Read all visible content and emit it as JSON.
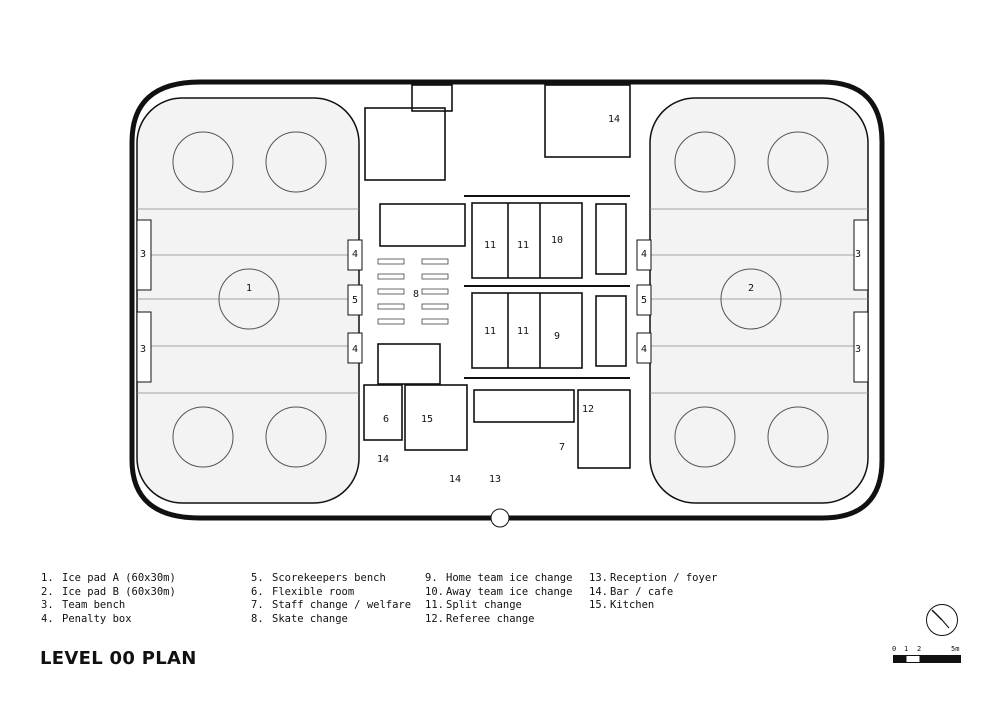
{
  "title": "LEVEL 00 PLAN",
  "legend": [
    {
      "num": "1.",
      "label": "Ice pad A (60x30m)"
    },
    {
      "num": "2.",
      "label": "Ice pad B (60x30m)"
    },
    {
      "num": "3.",
      "label": "Team bench"
    },
    {
      "num": "4.",
      "label": "Penalty box"
    },
    {
      "num": "5.",
      "label": "Scorekeepers bench"
    },
    {
      "num": "6.",
      "label": "Flexible room"
    },
    {
      "num": "7.",
      "label": "Staff change / welfare"
    },
    {
      "num": "8.",
      "label": "Skate change"
    },
    {
      "num": "9.",
      "label": "Home team ice change"
    },
    {
      "num": "10.",
      "label": "Away team ice change"
    },
    {
      "num": "11.",
      "label": "Split change"
    },
    {
      "num": "12.",
      "label": "Referee change"
    },
    {
      "num": "13.",
      "label": "Reception / foyer"
    },
    {
      "num": "14.",
      "label": "Bar / cafe"
    },
    {
      "num": "15.",
      "label": "Kitchen"
    }
  ],
  "scale_bar": {
    "labels": [
      "0",
      "1",
      "2",
      "5m"
    ]
  },
  "plan_labels": {
    "rink_a": "1",
    "rink_b": "2",
    "bench": "3",
    "penalty": "4",
    "scorekeepers": "5",
    "flexible": "6",
    "staff": "7",
    "skate": "8",
    "home": "9",
    "away": "10",
    "split": "11",
    "referee": "12",
    "reception": "13",
    "bar": "14",
    "kitchen": "15"
  },
  "colors": {
    "line": "#111111",
    "ice": "#f3f3f3",
    "floor": "#ffffff"
  }
}
